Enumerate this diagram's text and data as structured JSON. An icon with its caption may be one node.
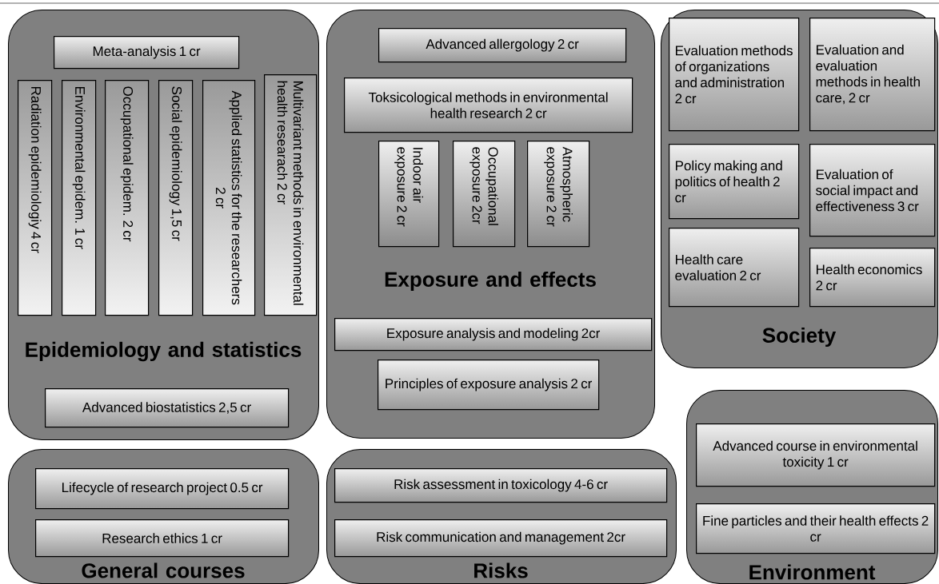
{
  "diagram": {
    "nodes": [
      {
        "text": [
          "Epidemiology and statistics"
        ]
      },
      {
        "text": [
          "Meta-analysis 1 cr"
        ],
        "in": 0
      },
      {
        "text": [
          "Radiation epidemiologiy 4 cr"
        ],
        "in": 0
      },
      {
        "text": [
          "Environmental epidem. 1 cr"
        ],
        "in": 0
      },
      {
        "text": [
          "Occupational epidem. 2 cr"
        ],
        "in": 0
      },
      {
        "text": [
          "Social epidemiology 1,5 cr"
        ],
        "in": 0
      },
      {
        "text": [
          "Applied statistics for the researchers 2 cr"
        ],
        "in": 0
      },
      {
        "text": [
          "Multivariant methods in environmental health researach 2 cr"
        ],
        "in": 0
      },
      {
        "text": [
          "Advanced biostatistics 2,5 cr"
        ],
        "in": 0
      },
      {
        "text": [
          "Exposure and effects"
        ]
      },
      {
        "text": [
          "Advanced allergology 2 cr"
        ],
        "in": 9
      },
      {
        "text": [
          "Toksicological methods in environmental health research 2 cr"
        ],
        "in": 9
      },
      {
        "text": [
          "Indoor air exposure 2 cr"
        ],
        "in": 9
      },
      {
        "text": [
          "Occupational exposure 2cr"
        ],
        "in": 9
      },
      {
        "text": [
          "Atmospheric exposure 2 cr"
        ],
        "in": 9
      },
      {
        "text": [
          "Exposure analysis and modeling 2cr"
        ],
        "in": 9
      },
      {
        "text": [
          "Principles of exposure analysis 2 cr"
        ],
        "in": 9
      },
      {
        "text": [
          "Society"
        ]
      },
      {
        "text": [
          "Evaluation methods of organizations and administration 2 cr"
        ],
        "in": 17
      },
      {
        "text": [
          "Evaluation and evaluation methods in health care, 2 cr"
        ],
        "in": 17
      },
      {
        "text": [
          "Policy making and politics of health 2 cr"
        ],
        "in": 17
      },
      {
        "text": [
          "Evaluation of social impact and effectiveness 3 cr"
        ],
        "in": 17
      },
      {
        "text": [
          "Health care evaluation 2 cr"
        ],
        "in": 17
      },
      {
        "text": [
          "Health economics 2 cr"
        ],
        "in": 17
      },
      {
        "text": [
          "General courses"
        ]
      },
      {
        "text": [
          "Lifecycle of research project 0.5 cr"
        ],
        "in": 24
      },
      {
        "text": [
          "Research ethics 1 cr"
        ],
        "in": 24
      },
      {
        "text": [
          "Risks"
        ]
      },
      {
        "text": [
          "Risk assessment in toxicology 4-6 cr"
        ],
        "in": 27
      },
      {
        "text": [
          "Risk communication and management 2cr"
        ],
        "in": 27
      },
      {
        "text": [
          "Environment"
        ]
      },
      {
        "text": [
          "Advanced course in environmental toxicity 1 cr"
        ],
        "in": 30
      },
      {
        "text": [
          "Fine particles and their health effects 2 cr"
        ],
        "in": 30
      }
    ]
  }
}
